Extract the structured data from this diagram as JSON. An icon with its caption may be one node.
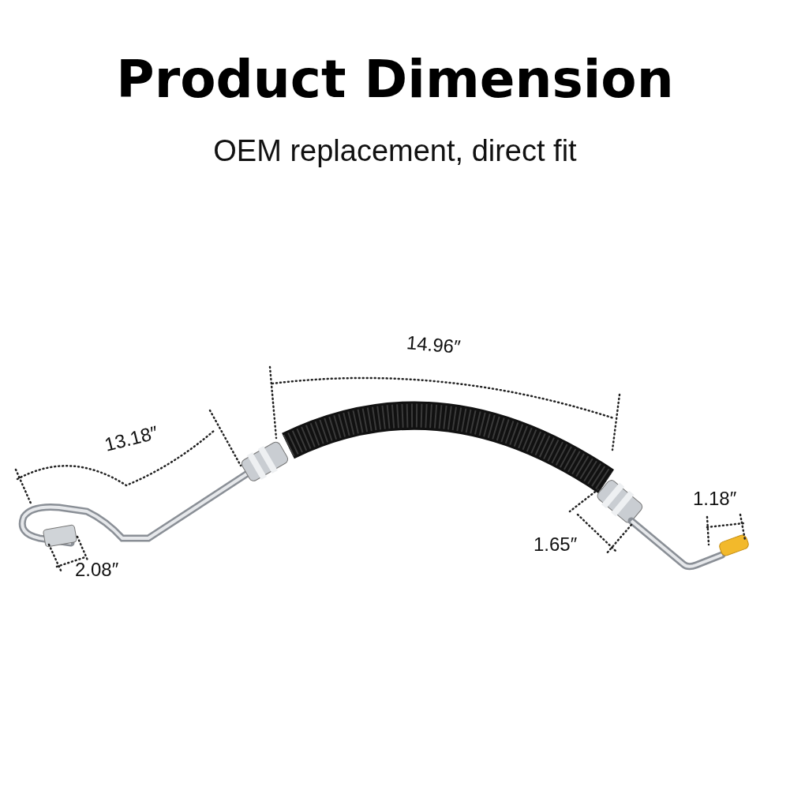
{
  "diagram": {
    "title": "Product Dimension",
    "labels": [
      "OEM replacement, direct fit",
      "14.96″",
      "13.18″",
      "1.18″",
      "1.65″",
      "2.08″"
    ]
  }
}
